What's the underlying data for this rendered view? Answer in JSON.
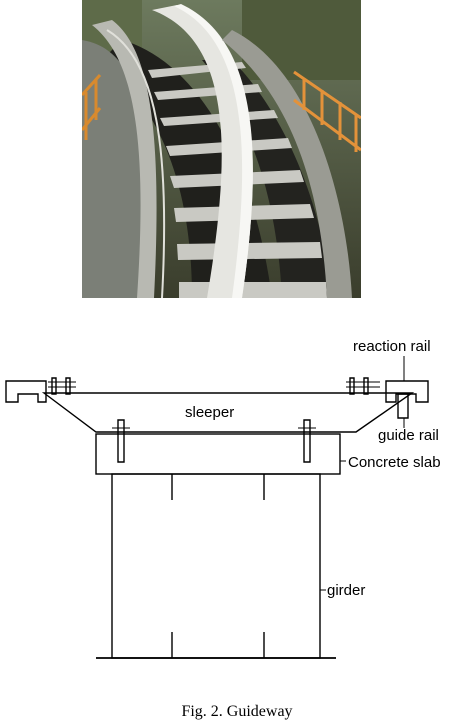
{
  "figure": {
    "caption": "Fig. 2. Guideway",
    "labels": {
      "reaction_rail": "reaction rail",
      "sleeper": "sleeper",
      "guide_rail": "guide rail",
      "concrete_slab": "Concrete slab",
      "girder": "girder"
    }
  }
}
